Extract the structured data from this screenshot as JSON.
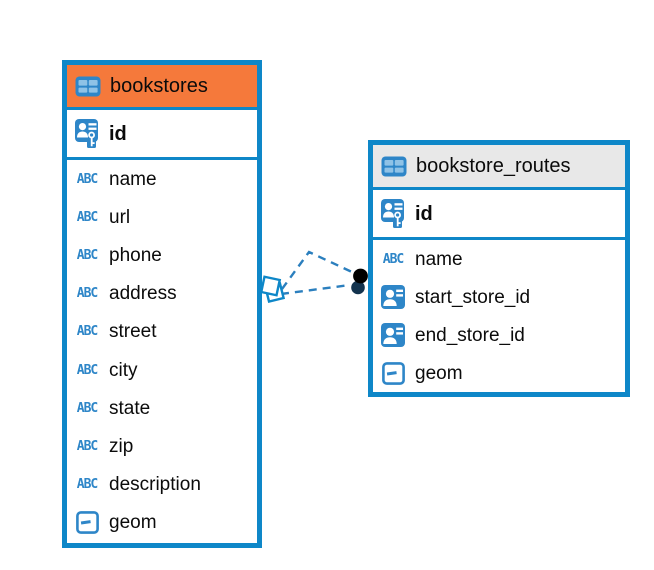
{
  "diagram": {
    "type": "entity-relationship",
    "tables": [
      {
        "name": "bookstores",
        "header_color": "#F5793B",
        "columns": [
          {
            "name": "id",
            "type": "primary-key"
          },
          {
            "name": "name",
            "type": "text"
          },
          {
            "name": "url",
            "type": "text"
          },
          {
            "name": "phone",
            "type": "text"
          },
          {
            "name": "address",
            "type": "text"
          },
          {
            "name": "street",
            "type": "text"
          },
          {
            "name": "city",
            "type": "text"
          },
          {
            "name": "state",
            "type": "text"
          },
          {
            "name": "zip",
            "type": "text"
          },
          {
            "name": "description",
            "type": "text"
          },
          {
            "name": "geom",
            "type": "geometry"
          }
        ]
      },
      {
        "name": "bookstore_routes",
        "header_color": "#E8E8E8",
        "columns": [
          {
            "name": "id",
            "type": "primary-key"
          },
          {
            "name": "name",
            "type": "text"
          },
          {
            "name": "start_store_id",
            "type": "reference"
          },
          {
            "name": "end_store_id",
            "type": "reference"
          },
          {
            "name": "geom",
            "type": "geometry"
          }
        ]
      }
    ],
    "relationship": {
      "between": [
        "bookstores",
        "bookstore_routes"
      ],
      "connector_count": 2,
      "line_style": "dashed"
    },
    "icon_glyphs": {
      "text_column": "ABC"
    },
    "colors": {
      "background": "#FFFFFF",
      "table_border": "#0E87C8",
      "icon_blue": "#2E86C8",
      "icon_cell_blue": "#8FC2E6",
      "connector_blue": "#2B7FBE",
      "dot_black": "#000000",
      "dot_navy": "#13334E",
      "text": "#0B0B0B"
    }
  }
}
